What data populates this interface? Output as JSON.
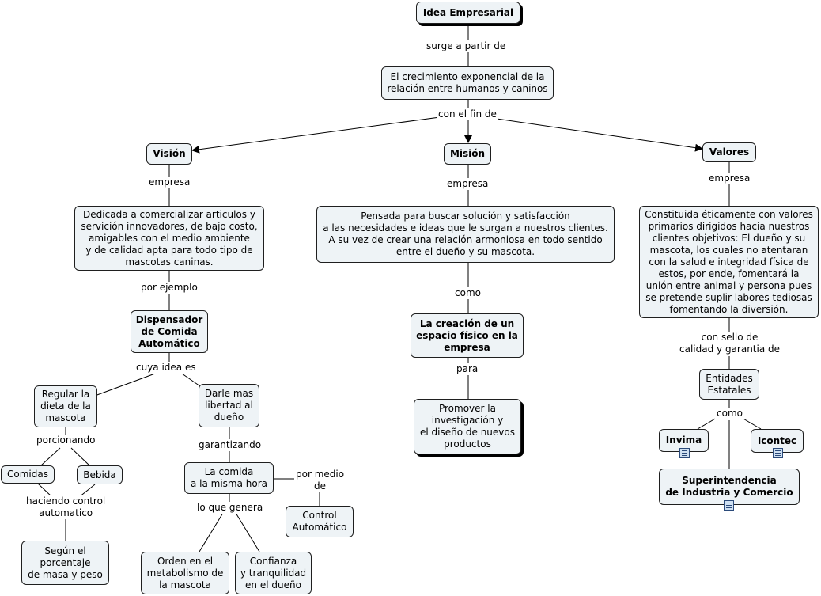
{
  "nodes": {
    "idea": "Idea Empresarial",
    "crecimiento": "El crecimiento exponencial de la\nrelación entre humanos y caninos",
    "vision": "Visión",
    "mision": "Misión",
    "valores": "Valores",
    "vision_desc": "Dedicada a comercializar articulos y\nservición innovadores, de bajo costo,\namigables con el medio ambiente\ny de calidad apta para todo tipo de\nmascotas caninas.",
    "mision_desc": "Pensada para buscar solución y satisfacción\na las necesidades e ideas que le surgan a nuestros clientes.\nA su vez de crear una relación armoniosa en todo sentido\nentre el dueño y su mascota.",
    "valores_desc": "Constituida éticamente con valores\nprimarios dirigidos hacia nuestros\nclientes objetivos: El dueño y su\nmascota, los cuales no atentaran\ncon la salud e integridad física de\nestos, por ende, fomentará la\nunión entre animal y persona pues\nse pretende suplir labores tediosas\nfomentando la diversión.",
    "dispensador": "Dispensador\nde Comida\nAutomático",
    "regular": "Regular la\ndieta de la\nmascota",
    "darle": "Darle mas\nlibertad al\ndueño",
    "comidas": "Comidas",
    "bebida": "Bebida",
    "segun": "Según el\nporcentaje\nde masa y peso",
    "comida_hora": "La comida\na la misma hora",
    "control": "Control\nAutomático",
    "orden": "Orden en el\nmetabolismo de\nla mascota",
    "confianza": "Confianza\ny tranquilidad\nen el dueño",
    "creacion": "La creación de un\nespacio físico en la\nempresa",
    "promover": "Promover la\ninvestigación y\nel diseño de nuevos\nproductos",
    "entidades": "Entidades\nEstatales",
    "invima": "Invima",
    "icontec": "Icontec",
    "superintendencia": "Superintendencia\nde Industria y Comercio"
  },
  "links": {
    "surge": "surge a partir de",
    "con_fin": "con el fin de",
    "empresa_v": "empresa",
    "empresa_m": "empresa",
    "empresa_val": "empresa",
    "por_ejemplo": "por ejemplo",
    "cuya_idea": "cuya idea es",
    "porcionando": "porcionando",
    "haciendo": "haciendo control\nautomatico",
    "garantizando": "garantizando",
    "por_medio": "por medio\nde",
    "lo_que": "lo que genera",
    "como_m": "como",
    "para": "para",
    "con_sello": "con sello de\ncalidad y garantia de",
    "como_e": "como"
  },
  "colors": {
    "node_fill": "#eef3f6",
    "node_border": "#1f1f1f",
    "line": "#000000"
  }
}
